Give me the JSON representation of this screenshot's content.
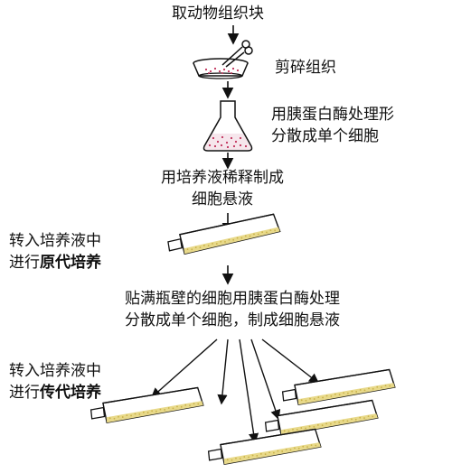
{
  "diagram": {
    "step_take_tissue": "取动物组织块",
    "step_cut_tissue": "剪碎组织",
    "step_trypsin_line1": "用胰蛋白酶处理形",
    "step_trypsin_line2": "分散成单个细胞",
    "step_dilute_line1": "用培养液稀释制成",
    "step_dilute_line2": "细胞悬液",
    "primary_line1": "转入培养液中",
    "primary_line2_prefix": "进行",
    "primary_line2_bold": "原代培养",
    "wall_cells_line1": "贴满瓶壁的细胞用胰蛋白酶处理",
    "wall_cells_line2": "分散成单个细胞，制成细胞悬液",
    "subculture_line1": "转入培养液中",
    "subculture_line2_prefix": "进行",
    "subculture_line2_bold": "传代培养"
  },
  "colors": {
    "ink": "#111111",
    "cell_dots": "#c0305a",
    "medium": "#e8d98a",
    "medium_dots": "#c9b24a"
  }
}
